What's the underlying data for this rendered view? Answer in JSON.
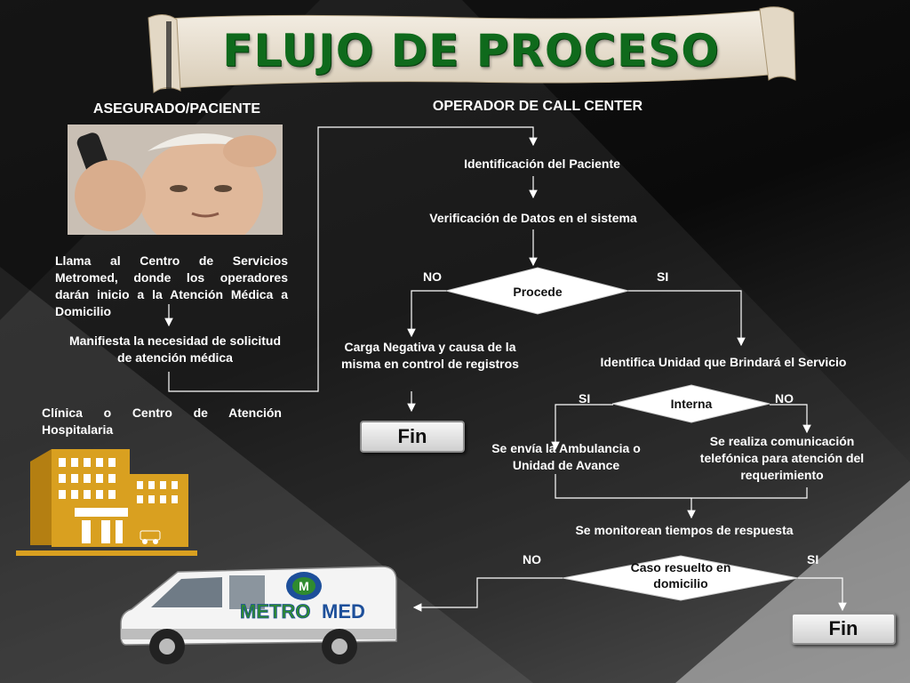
{
  "slide": {
    "title": "FLUJO DE PROCESO",
    "col_left_header": "ASEGURADO/PACIENTE",
    "col_right_header": "OPERADOR DE CALL CENTER"
  },
  "left": {
    "call_text": "Llama al Centro de Servicios Metromed, donde los operadores darán inicio a la Atención Médica a Domicilio",
    "need_text": "Manifiesta la necesidad de solicitud de atención médica",
    "clinic_text": "Clínica o Centro de Atención Hospitalaria"
  },
  "flow": {
    "identify_patient": "Identificación del Paciente",
    "verify_data": "Verificación de Datos en el sistema",
    "decision1": {
      "label": "Procede",
      "no": "NO",
      "yes": "SI"
    },
    "negative_load": "Carga Negativa y causa de la misma en control de registros",
    "identify_unit": "Identifica Unidad que Brindará el Servicio",
    "decision2": {
      "label": "Interna",
      "yes": "SI",
      "no": "NO"
    },
    "send_ambulance": "Se envía la Ambulancia o Unidad de Avance",
    "phone_comm": "Se realiza comunicación telefónica para atención del requerimiento",
    "monitor": "Se monitorean tiempos de respuesta",
    "decision3": {
      "label": "Caso resuelto en domicilio",
      "no": "NO",
      "yes": "SI"
    },
    "end_label_1": "Fin",
    "end_label_2": "Fin"
  },
  "logos": {
    "van_brand": "METROMED",
    "van_brand_prefix": "METRO",
    "van_brand_suffix": "MED",
    "van_emblem": "M"
  },
  "colors": {
    "title_green": "#0f6a1c",
    "building_gold": "#d9a020",
    "diamond_fill": "#ffffff",
    "logo_blue": "#1d4f9a",
    "logo_green": "#2f8b2f"
  }
}
